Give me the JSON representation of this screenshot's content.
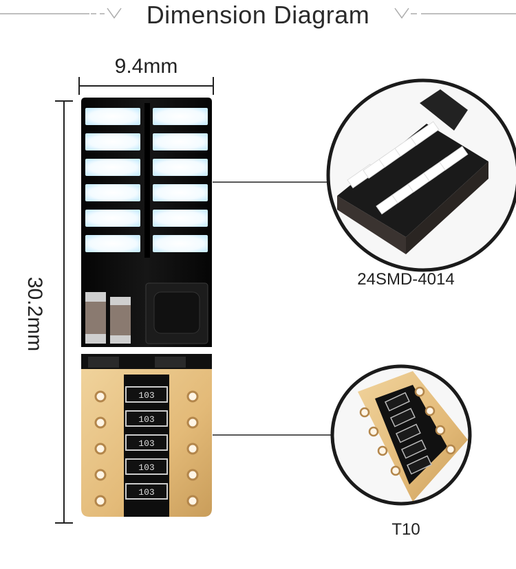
{
  "title": "Dimension Diagram",
  "dimensions": {
    "width": "9.4mm",
    "height": "30.2mm"
  },
  "callouts": {
    "top": "24SMD-4014",
    "bottom": "T10"
  },
  "chip_marking": "103",
  "colors": {
    "board": "#0e0e0e",
    "led": "#ffffff",
    "led_glow": "#dff6ff",
    "copper": "#e6c183",
    "accent_line": "#999999"
  }
}
